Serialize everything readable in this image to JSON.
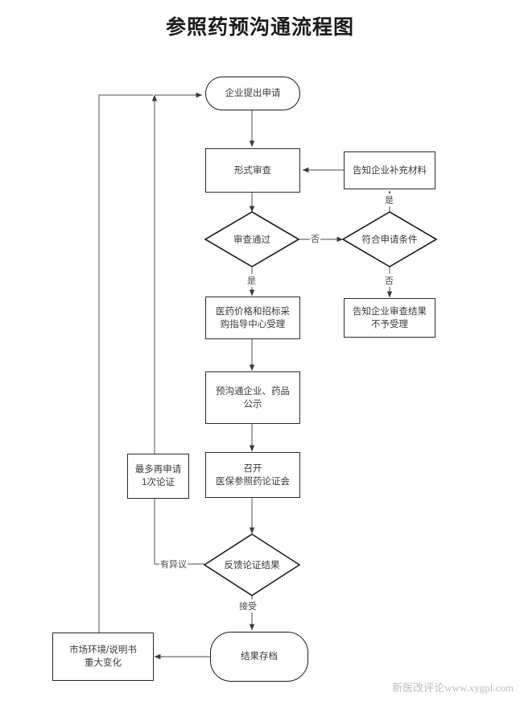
{
  "title": "参照药预沟通流程图",
  "watermark": "新医改评论www.xygpl.com",
  "colors": {
    "background": "#ffffff",
    "node_border": "#2b2b2b",
    "node_text": "#3a3a3a",
    "edge": "#6e6e6e",
    "title": "#1b1b1b",
    "watermark": "#bdbdbd"
  },
  "nodes": {
    "start": {
      "label": "企业提出申请",
      "shape": "stadium"
    },
    "formal_review": {
      "label": "形式审查",
      "shape": "rect"
    },
    "notify_supplement": {
      "label": "告知企业补充材料",
      "shape": "rect"
    },
    "review_passed": {
      "label": "审查通过",
      "shape": "diamond"
    },
    "meets_conditions": {
      "label": "符合申请条件",
      "shape": "diamond"
    },
    "center_accept": {
      "label": "医药价格和招标采\n购指导中心受理",
      "shape": "rect"
    },
    "notify_rejected": {
      "label": "告知企业审查结果\n不予受理",
      "shape": "rect"
    },
    "public_notice": {
      "label": "预沟通企业、药品\n公示",
      "shape": "rect"
    },
    "reapply_once": {
      "label": "最多再申请\n1次论证",
      "shape": "rect"
    },
    "hold_meeting": {
      "label": "召开\n医保参照药论证会",
      "shape": "rect"
    },
    "feedback_result": {
      "label": "反馈论证结果",
      "shape": "diamond"
    },
    "market_change": {
      "label": "市场环境/说明书\n重大变化",
      "shape": "rect"
    },
    "archive_result": {
      "label": "结果存档",
      "shape": "stadium"
    }
  },
  "edge_labels": {
    "review_no": "否",
    "review_yes": "是",
    "conditions_yes": "是",
    "conditions_no": "否",
    "has_objection": "有异议",
    "accept": "接受"
  }
}
